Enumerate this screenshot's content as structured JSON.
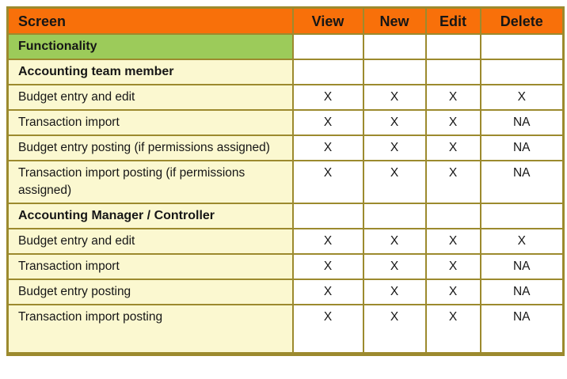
{
  "table": {
    "columns": [
      {
        "id": "screen",
        "label": "Screen"
      },
      {
        "id": "view",
        "label": "View"
      },
      {
        "id": "new",
        "label": "New"
      },
      {
        "id": "edit",
        "label": "Edit"
      },
      {
        "id": "delete",
        "label": "Delete"
      }
    ],
    "rows": [
      {
        "type": "functionality",
        "screen": "Functionality",
        "values": [
          "",
          "",
          "",
          ""
        ]
      },
      {
        "type": "section",
        "screen": "Accounting team member",
        "values": [
          "",
          "",
          "",
          ""
        ]
      },
      {
        "type": "item",
        "screen": "Budget entry and edit",
        "values": [
          "X",
          "X",
          "X",
          "X"
        ]
      },
      {
        "type": "item",
        "screen": "Transaction import",
        "values": [
          "X",
          "X",
          "X",
          "NA"
        ]
      },
      {
        "type": "item",
        "screen": "Budget entry posting (if permissions assigned)",
        "values": [
          "X",
          "X",
          "X",
          "NA"
        ]
      },
      {
        "type": "item",
        "screen": "Transaction import posting (if permissions assigned)",
        "values": [
          "X",
          "X",
          "X",
          "NA"
        ]
      },
      {
        "type": "section",
        "screen": "Accounting Manager / Controller",
        "values": [
          "",
          "",
          "",
          ""
        ]
      },
      {
        "type": "item",
        "screen": "Budget entry and edit",
        "values": [
          "X",
          "X",
          "X",
          "X"
        ]
      },
      {
        "type": "item",
        "screen": "Transaction import",
        "values": [
          "X",
          "X",
          "X",
          "NA"
        ]
      },
      {
        "type": "item",
        "screen": "Budget entry posting",
        "values": [
          "X",
          "X",
          "X",
          "NA"
        ]
      },
      {
        "type": "item",
        "screen": "Transaction import posting",
        "values": [
          "X",
          "X",
          "X",
          "NA"
        ]
      }
    ]
  },
  "colors": {
    "header_bg": "#f8700a",
    "functionality_bg": "#9ccb5a",
    "row_bg": "#fbf8d0",
    "cell_bg": "#ffffff",
    "border": "#9c8a2e",
    "text": "#161616"
  }
}
